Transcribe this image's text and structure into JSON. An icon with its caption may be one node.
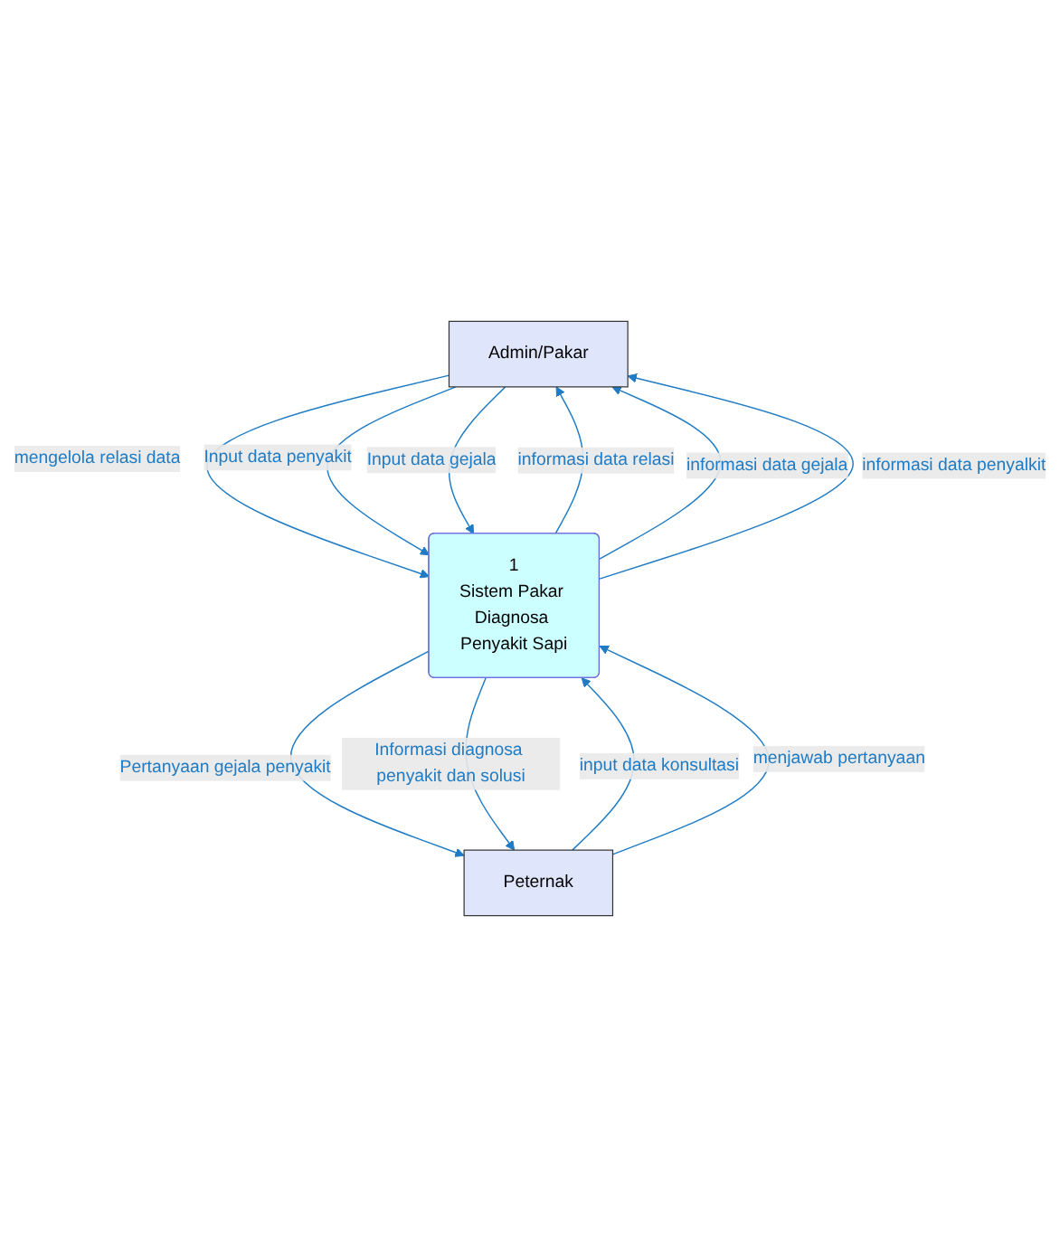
{
  "diagram": {
    "nodes": [
      {
        "text": [
          "Admin/Pakar"
        ]
      },
      {
        "text": [
          "1",
          "Sistem Pakar Diagnosa Penyakit Sapi"
        ]
      },
      {
        "text": [
          "Peternak"
        ]
      }
    ],
    "edges": [
      {
        "from": 0,
        "to": 1,
        "arrow": "to",
        "label": "mengelola relasi data"
      },
      {
        "from": 0,
        "to": 1,
        "arrow": "to",
        "label": "Input data penyakit"
      },
      {
        "from": 0,
        "to": 1,
        "arrow": "to",
        "label": "Input data gejala"
      },
      {
        "from": 1,
        "to": 0,
        "arrow": "to",
        "label": "informasi data relasi"
      },
      {
        "from": 1,
        "to": 0,
        "arrow": "to",
        "label": "informasi data gejala"
      },
      {
        "from": 1,
        "to": 0,
        "arrow": "to",
        "label": "informasi data penyalkit"
      },
      {
        "from": 1,
        "to": 2,
        "arrow": "to",
        "label": "Pertanyaan gejala penyakit"
      },
      {
        "from": 1,
        "to": 2,
        "arrow": "to",
        "label": "Informasi diagnosa penyakit dan solusi"
      },
      {
        "from": 2,
        "to": 1,
        "arrow": "to",
        "label": "input data konsultasi"
      },
      {
        "from": 2,
        "to": 1,
        "arrow": "to",
        "label": "menjawab pertanyaan"
      }
    ]
  }
}
